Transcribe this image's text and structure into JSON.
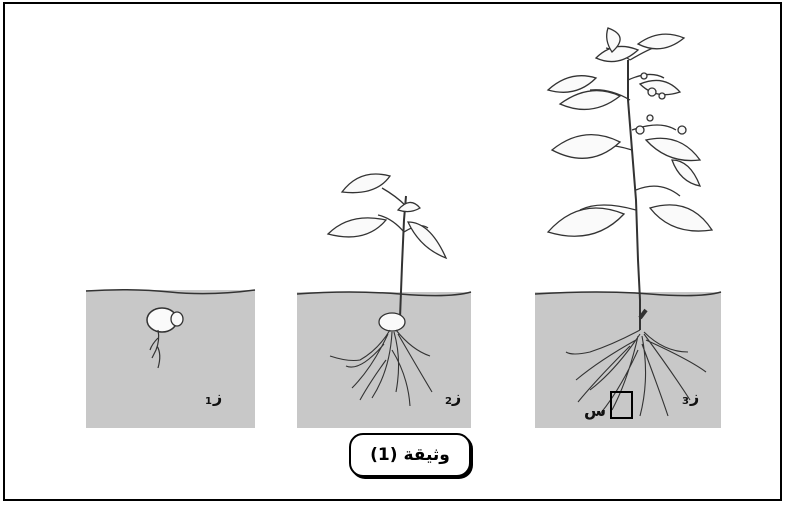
{
  "stages": [
    {
      "label": "ز",
      "sub": "1"
    },
    {
      "label": "ز",
      "sub": "2"
    },
    {
      "label": "ز",
      "sub": "3"
    }
  ],
  "box_label": "س",
  "caption": "وثيقة (1)"
}
